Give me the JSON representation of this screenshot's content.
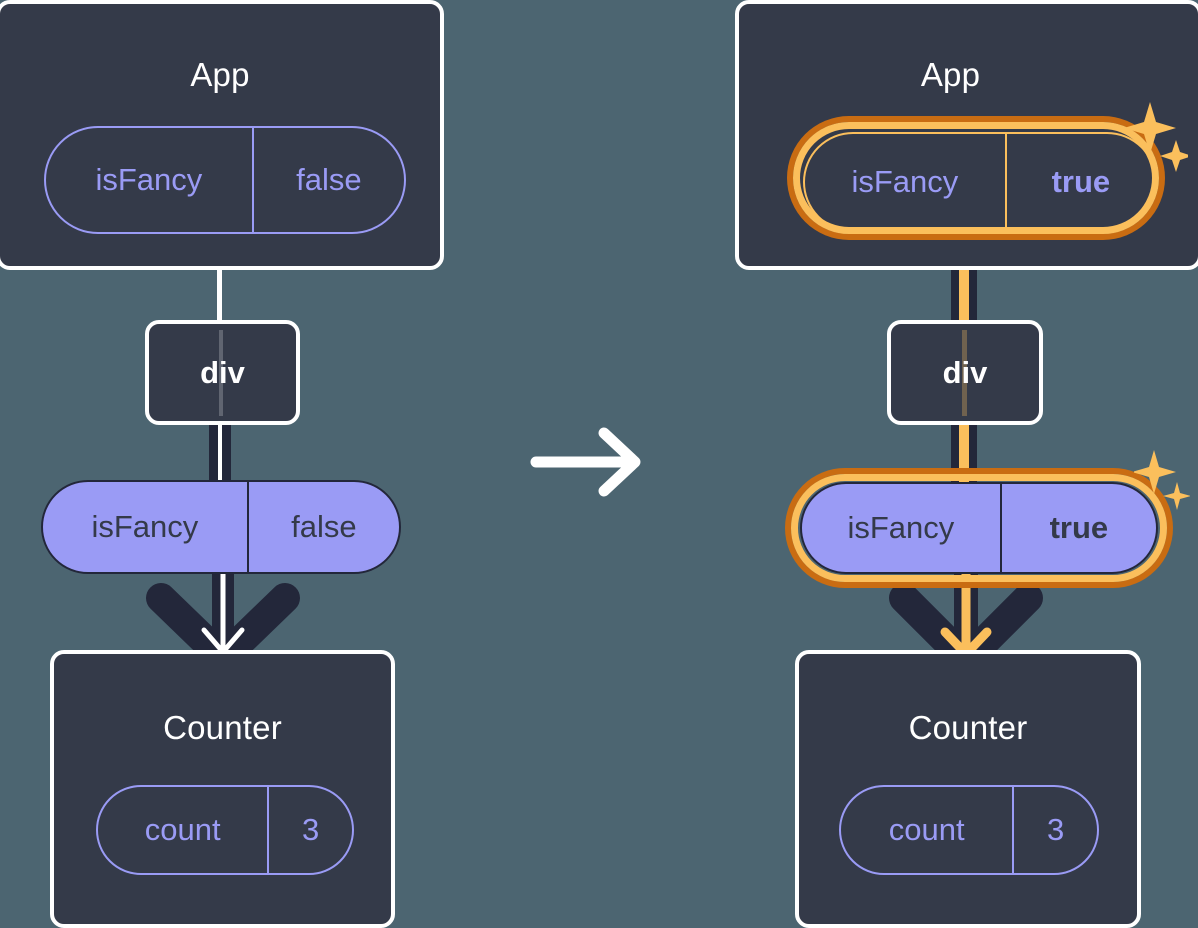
{
  "diagram": {
    "title": "React state propagation: isFancy false to true",
    "type": "component-tree",
    "colors": {
      "background": "#4C6571",
      "card": "#343A49",
      "card_border": "#FFFFFF",
      "accent_purple": "#9A9BF5",
      "highlight_amber": "#FBBF5C",
      "highlight_amber_dark": "#C96C12",
      "connector_dark": "#23273A"
    },
    "transition_icon": "arrow-right-icon"
  },
  "before": {
    "app": {
      "title": "App",
      "state": {
        "key": "isFancy",
        "value": "false",
        "emphasis": false
      }
    },
    "div": {
      "label": "div"
    },
    "prop": {
      "key": "isFancy",
      "value": "false",
      "emphasis": false
    },
    "counter": {
      "title": "Counter",
      "state": {
        "key": "count",
        "value": "3",
        "emphasis": false
      }
    }
  },
  "after": {
    "app": {
      "title": "App",
      "state": {
        "key": "isFancy",
        "value": "true",
        "emphasis": true
      },
      "highlight": true,
      "sparkle_icon": "sparkles-icon"
    },
    "div": {
      "label": "div"
    },
    "prop": {
      "key": "isFancy",
      "value": "true",
      "emphasis": true,
      "highlight": true,
      "sparkle_icon": "sparkles-icon"
    },
    "counter": {
      "title": "Counter",
      "state": {
        "key": "count",
        "value": "3",
        "emphasis": false
      }
    }
  }
}
